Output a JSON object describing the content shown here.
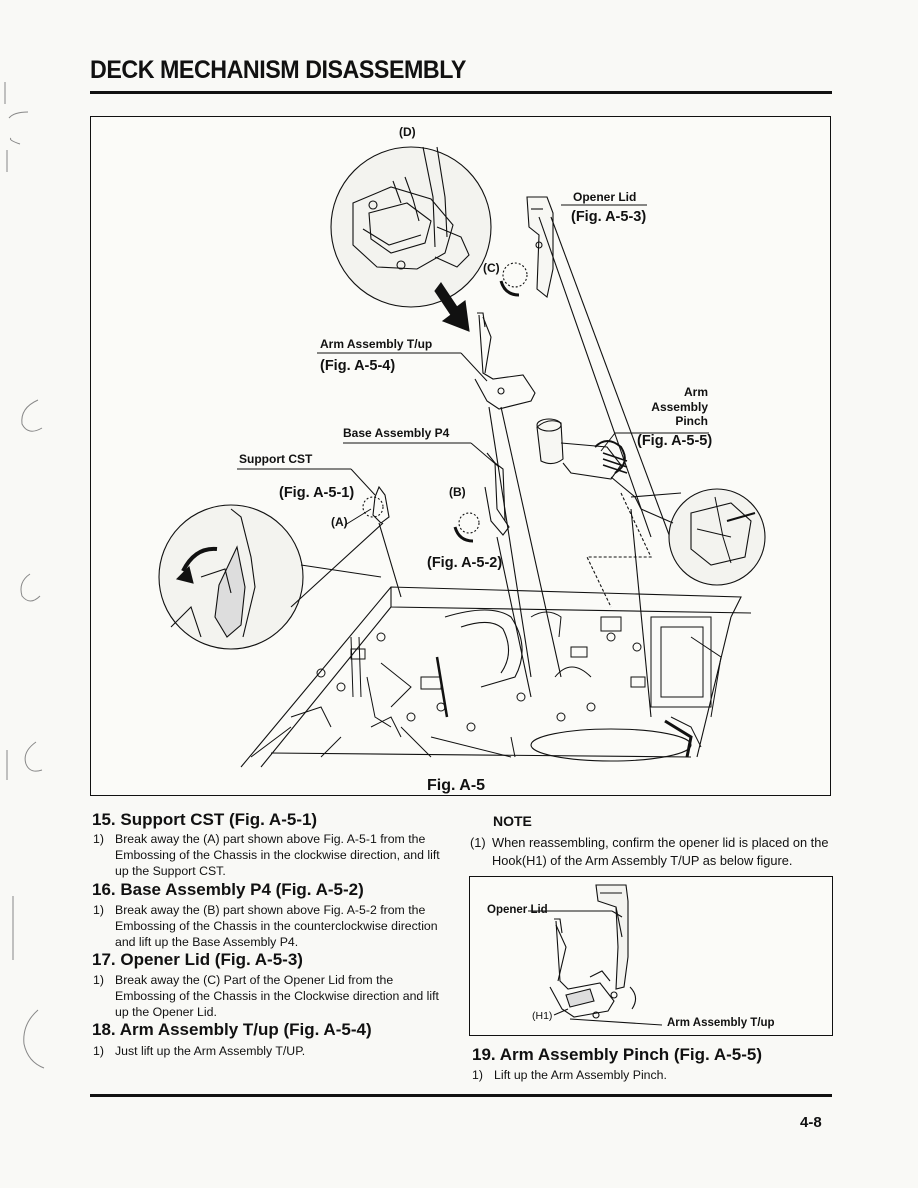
{
  "page": {
    "title": "DECK MECHANISM DISASSEMBLY",
    "page_number": "4-8"
  },
  "figure": {
    "caption": "Fig. A-5",
    "labels": {
      "d": "(D)",
      "c": "(C)",
      "b": "(B)",
      "a": "(A)",
      "opener_lid": "Opener Lid",
      "opener_lid_ref": "(Fig. A-5-3)",
      "arm_tup": "Arm Assembly T/up",
      "arm_tup_ref": "(Fig. A-5-4)",
      "arm_pinch_1": "Arm",
      "arm_pinch_2": "Assembly",
      "arm_pinch_3": "Pinch",
      "arm_pinch_ref": "(Fig. A-5-5)",
      "base_p4": "Base Assembly P4",
      "support_cst": "Support CST",
      "support_cst_ref": "(Fig. A-5-1)",
      "base_p4_ref": "(Fig. A-5-2)"
    }
  },
  "sections": [
    {
      "title": "15. Support CST (Fig. A-5-1)",
      "steps": [
        {
          "num": "1)",
          "text": "Break away the (A) part shown above Fig. A-5-1 from the Embossing of the Chassis in the clockwise direction, and lift up the Support CST."
        }
      ]
    },
    {
      "title": "16. Base Assembly P4 (Fig. A-5-2)",
      "steps": [
        {
          "num": "1)",
          "text": "Break away the (B) part shown above Fig. A-5-2 from the Embossing of the Chassis in the counterclockwise direction and lift up the Base Assembly P4."
        }
      ]
    },
    {
      "title": "17. Opener Lid (Fig. A-5-3)",
      "steps": [
        {
          "num": "1)",
          "text": "Break away the (C) Part of the Opener Lid from the Embossing of the Chassis in the Clockwise direction and lift up the Opener Lid."
        }
      ]
    },
    {
      "title": "18. Arm Assembly T/up (Fig. A-5-4)",
      "steps": [
        {
          "num": "1)",
          "text": "Just lift up the Arm Assembly T/UP."
        }
      ]
    }
  ],
  "note": {
    "title": "NOTE",
    "num": "(1)",
    "text": "When reassembling, confirm the opener lid is placed on the Hook(H1) of the Arm Assembly T/UP as below figure.",
    "box_labels": {
      "opener_lid": "Opener Lid",
      "h1": "(H1)",
      "arm_tup": "Arm Assembly T/up"
    }
  },
  "section19": {
    "title": "19. Arm Assembly Pinch (Fig. A-5-5)",
    "num": "1)",
    "text": "Lift up the Arm Assembly Pinch."
  }
}
